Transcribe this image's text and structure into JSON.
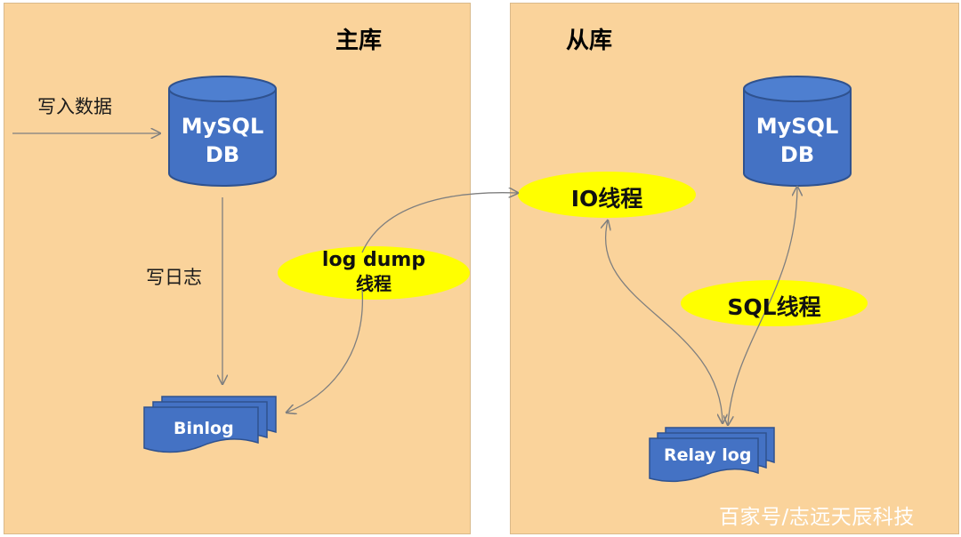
{
  "master": {
    "title": "主库",
    "write_data": "写入数据",
    "write_log": "写日志",
    "db_line1": "MySQL",
    "db_line2": "DB",
    "dump_thread_line1": "log dump",
    "dump_thread_line2": "线程",
    "binlog": "Binlog"
  },
  "slave": {
    "title": "从库",
    "io_thread": "IO线程",
    "sql_thread": "SQL线程",
    "db_line1": "MySQL",
    "db_line2": "DB",
    "relay_log": "Relay log"
  },
  "watermark": "百家号/志远天辰科技",
  "colors": {
    "panel": "#fad39b",
    "cylinder": "#4472c4",
    "cylinder_border": "#2f528f",
    "ellipse": "#ffff00",
    "arrow": "#7f7f7f"
  }
}
